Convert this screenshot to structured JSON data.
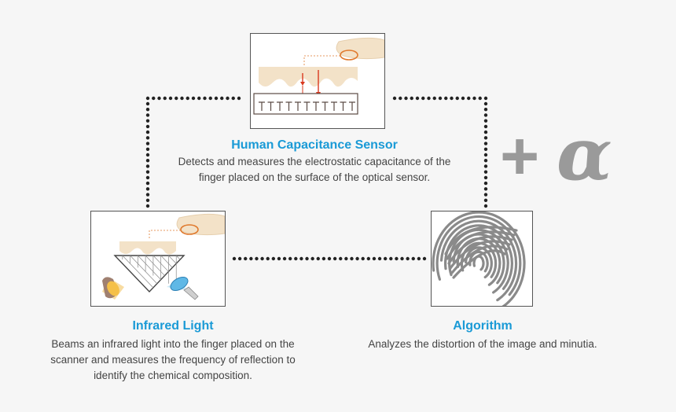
{
  "nodes": {
    "capacitance": {
      "title": "Human Capacitance Sensor",
      "description_line1": "Detects and measures the electrostatic capacitance of the",
      "description_line2": "finger placed on the surface of the optical sensor."
    },
    "infrared": {
      "title": "Infrared Light",
      "description_line1": "Beams an infrared light into the finger placed on the",
      "description_line2": "scanner and measures the frequency of reflection to",
      "description_line3": "identify the chemical composition."
    },
    "algorithm": {
      "title": "Algorithm",
      "description_line1": "Analyzes the distortion of the image and minutia."
    }
  },
  "plus_alpha": {
    "plus": "+",
    "alpha": "α"
  },
  "colors": {
    "title": "#1a9ad6",
    "dots": "#222222",
    "plus_alpha": "#9a9a9a",
    "finger": "#f3e2c8",
    "ring": "#e07a2e",
    "arrow": "#d9381e"
  }
}
